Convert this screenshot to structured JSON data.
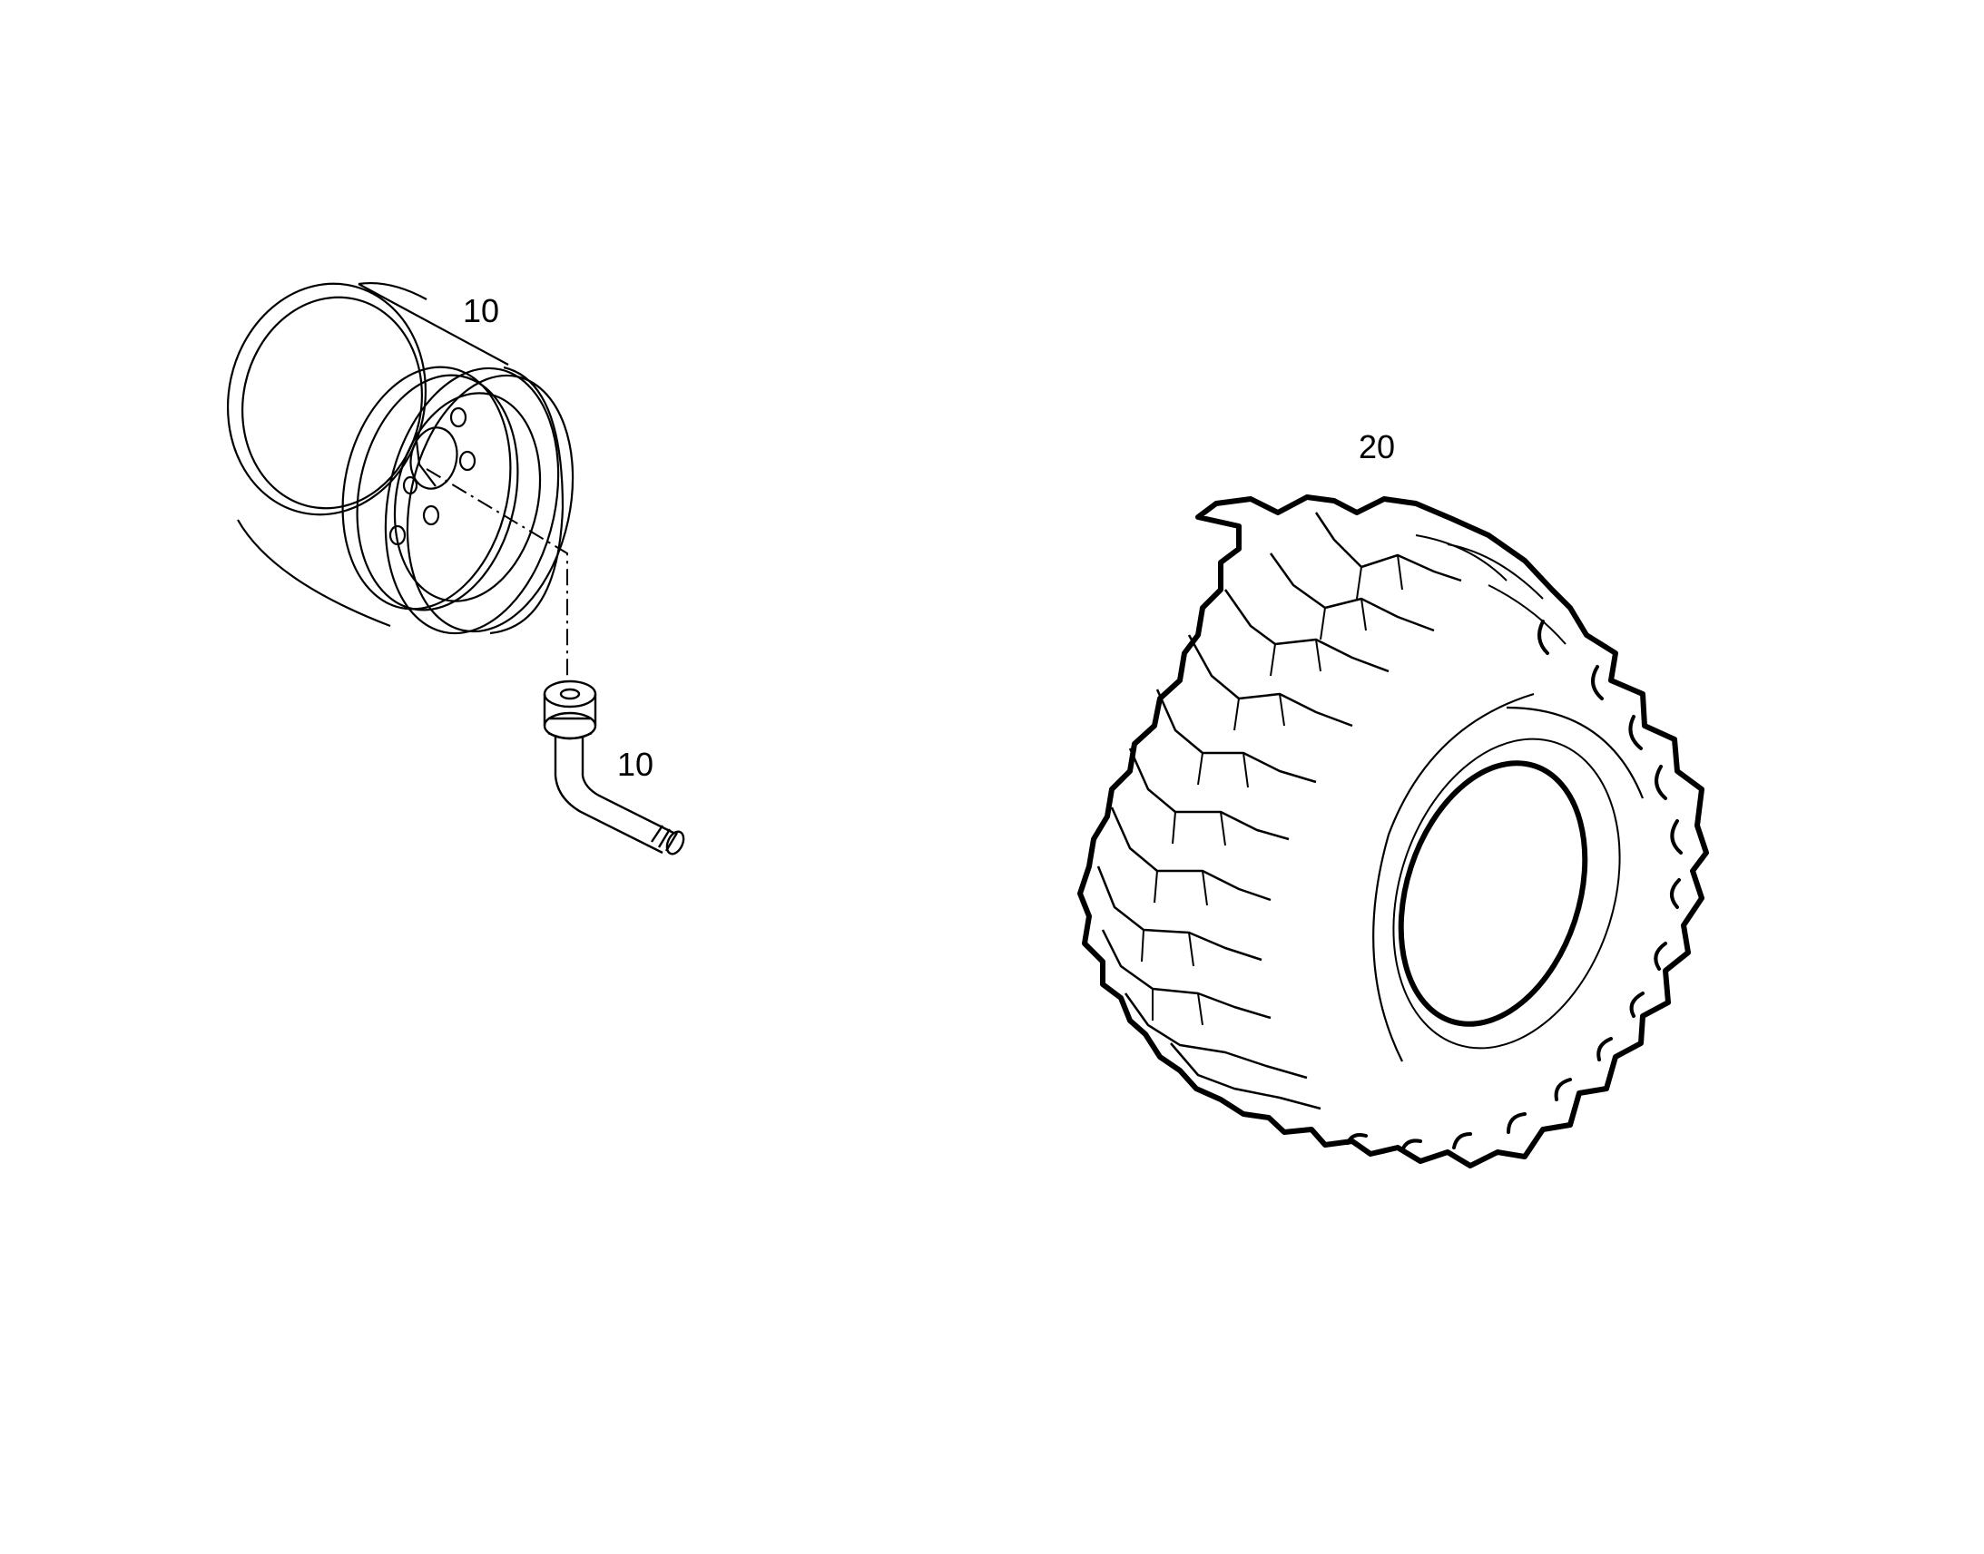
{
  "callouts": {
    "rim": "10",
    "valve": "10",
    "tire": "20"
  },
  "colors": {
    "ink": "#000000",
    "paper": "#ffffff"
  },
  "parts": {
    "rim_icon": "wheel-rim-icon",
    "valve_icon": "valve-stem-icon",
    "tire_icon": "tire-icon"
  }
}
